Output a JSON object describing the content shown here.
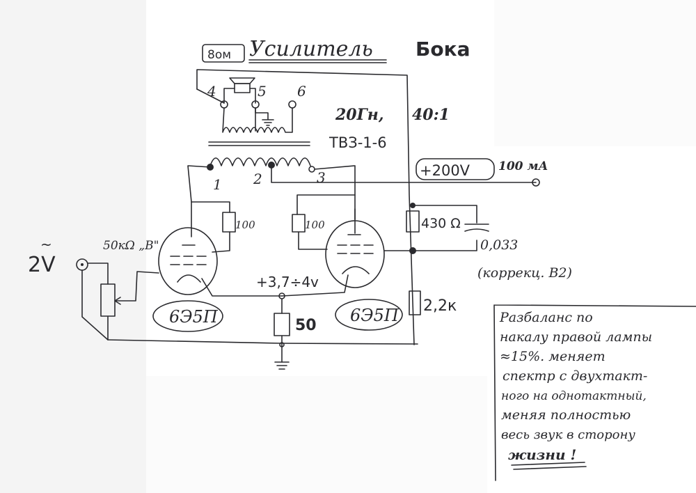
{
  "title": {
    "word1": "Усилитель",
    "word2": "Бока"
  },
  "speaker": {
    "impedance": "8ом"
  },
  "transformer": {
    "secondary_terminals": [
      "4",
      "5",
      "6"
    ],
    "primary_terminals": [
      "1",
      "2",
      "3"
    ],
    "inductance": "20Гн,",
    "model": "ТВЗ-1-6",
    "ratio": "40:1"
  },
  "supply": {
    "voltage": "+200V",
    "current": "100 мА"
  },
  "components": {
    "r_left_grid2": "100",
    "r_right_grid2": "100",
    "r_430": "430 Ω",
    "cap": "0,033",
    "cap_note": "(коррекц. В2)",
    "r_22": "2,2к",
    "cathode_voltage": "+3,7÷4v",
    "r_cathode": "50",
    "input": "2V",
    "input_tilde": "~",
    "pot": "50кΩ „В\""
  },
  "tubes": {
    "left": "6Э5П",
    "right": "6Э5П"
  },
  "note": {
    "lines": [
      "Разбаланс по",
      "накалу правой лампы",
      "≈15%. меняет",
      "спектр с двухтакт-",
      "ного на однотактный,",
      "меняя полностью",
      "весь звук в сторону",
      "жизни !"
    ]
  }
}
